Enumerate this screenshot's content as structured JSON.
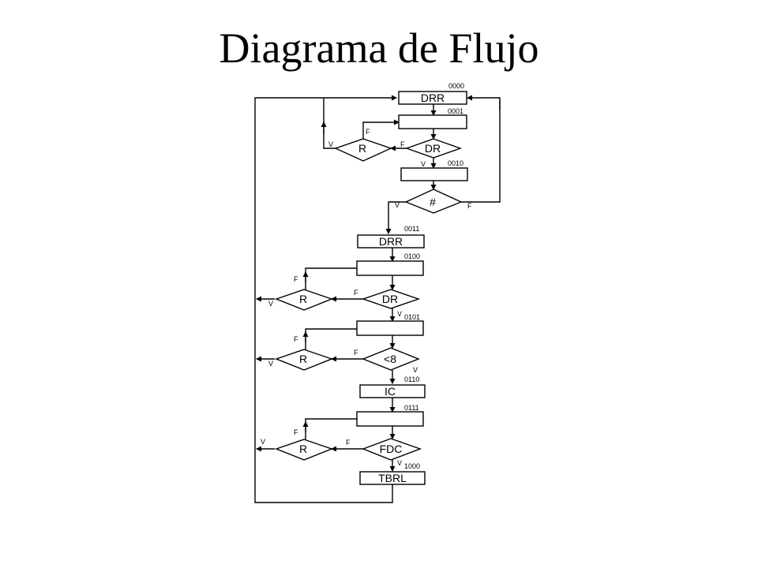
{
  "title": "Diagrama de Flujo",
  "labels": {
    "drr_1": "DRR",
    "r_1": "R",
    "dr_1": "DR",
    "hash": "#",
    "drr_2": "DRR",
    "r_2": "R",
    "dr_2": "DR",
    "r_3": "R",
    "lt8": "<8",
    "ic": "IC",
    "r_4": "R",
    "fdc": "FDC",
    "tbrl": "TBRL"
  },
  "addresses": [
    "0000",
    "0001",
    "0010",
    "0011",
    "0100",
    "0101",
    "0110",
    "0111",
    "1000"
  ],
  "flags": {
    "true": "V",
    "false": "F"
  }
}
